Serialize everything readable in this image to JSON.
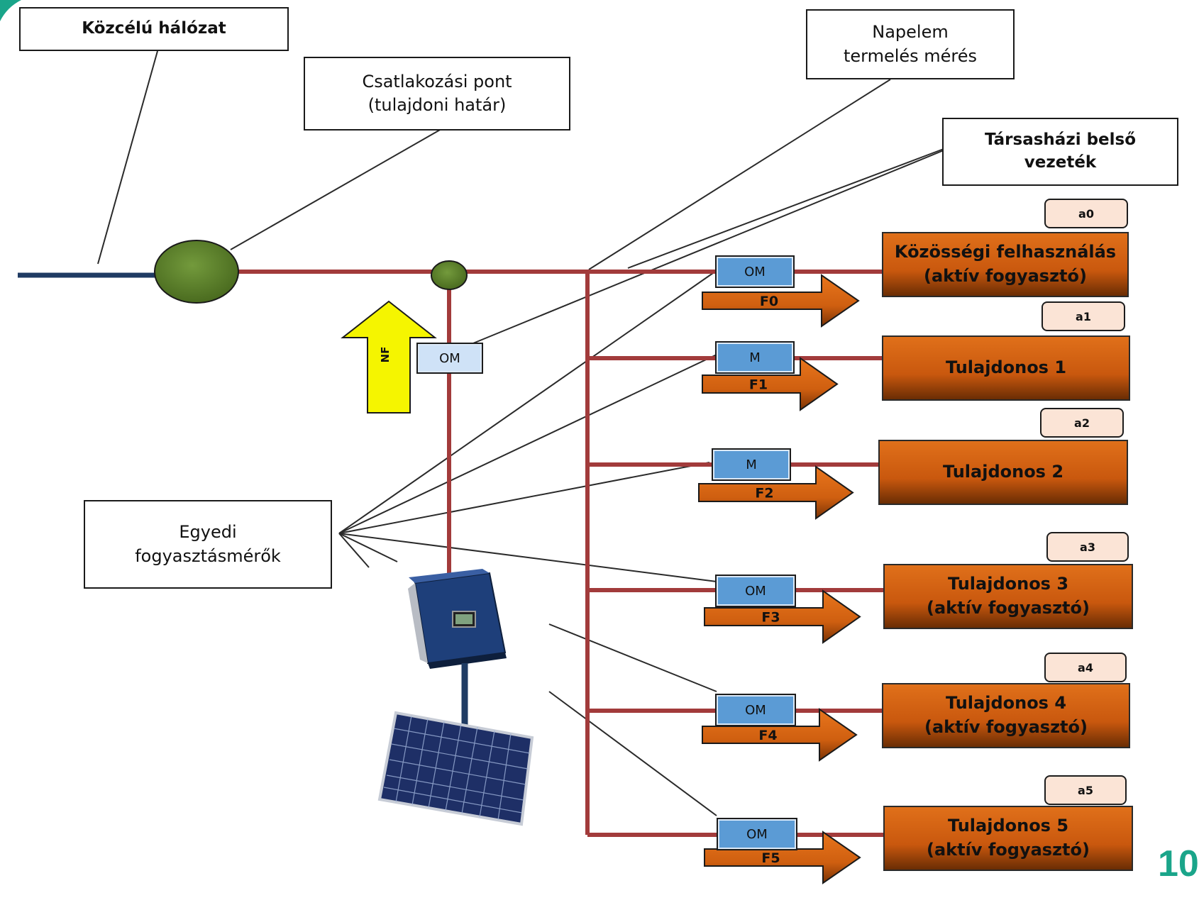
{
  "labels": {
    "grid": "Közcélú hálózat",
    "connection_line1": "Csatlakozási pont",
    "connection_line2": "(tulajdoni határ)",
    "pv_measure_line1": "Napelem",
    "pv_measure_line2": "termelés mérés",
    "internal_line1": "Társasházi belső",
    "internal_line2": "vezeték",
    "meters_line1": "Egyedi",
    "meters_line2": "fogyasztásmérők",
    "nf": "NF",
    "pv_meter": "OM"
  },
  "branches": [
    {
      "tag": "a0",
      "meter": "OM",
      "flow": "F0",
      "name": "Közösségi felhasználás",
      "sub": "(aktív fogyasztó)"
    },
    {
      "tag": "a1",
      "meter": "M",
      "flow": "F1",
      "name": "Tulajdonos 1",
      "sub": ""
    },
    {
      "tag": "a2",
      "meter": "M",
      "flow": "F2",
      "name": "Tulajdonos 2",
      "sub": ""
    },
    {
      "tag": "a3",
      "meter": "OM",
      "flow": "F3",
      "name": "Tulajdonos 3",
      "sub": "(aktív fogyasztó)"
    },
    {
      "tag": "a4",
      "meter": "OM",
      "flow": "F4",
      "name": "Tulajdonos 4",
      "sub": "(aktív fogyasztó)"
    },
    {
      "tag": "a5",
      "meter": "OM",
      "flow": "F5",
      "name": "Tulajdonos 5",
      "sub": "(aktív fogyasztó)"
    }
  ],
  "page_number": "10",
  "colors": {
    "wire": "#a23b3b",
    "grid_line": "#1f3b63",
    "node": "#5a7d2a",
    "consumer": "#d9670f",
    "meter": "#5b9bd5",
    "tag": "#fbe4d6",
    "arrow_nf": "#f5f500",
    "accent": "#1aa58a"
  }
}
